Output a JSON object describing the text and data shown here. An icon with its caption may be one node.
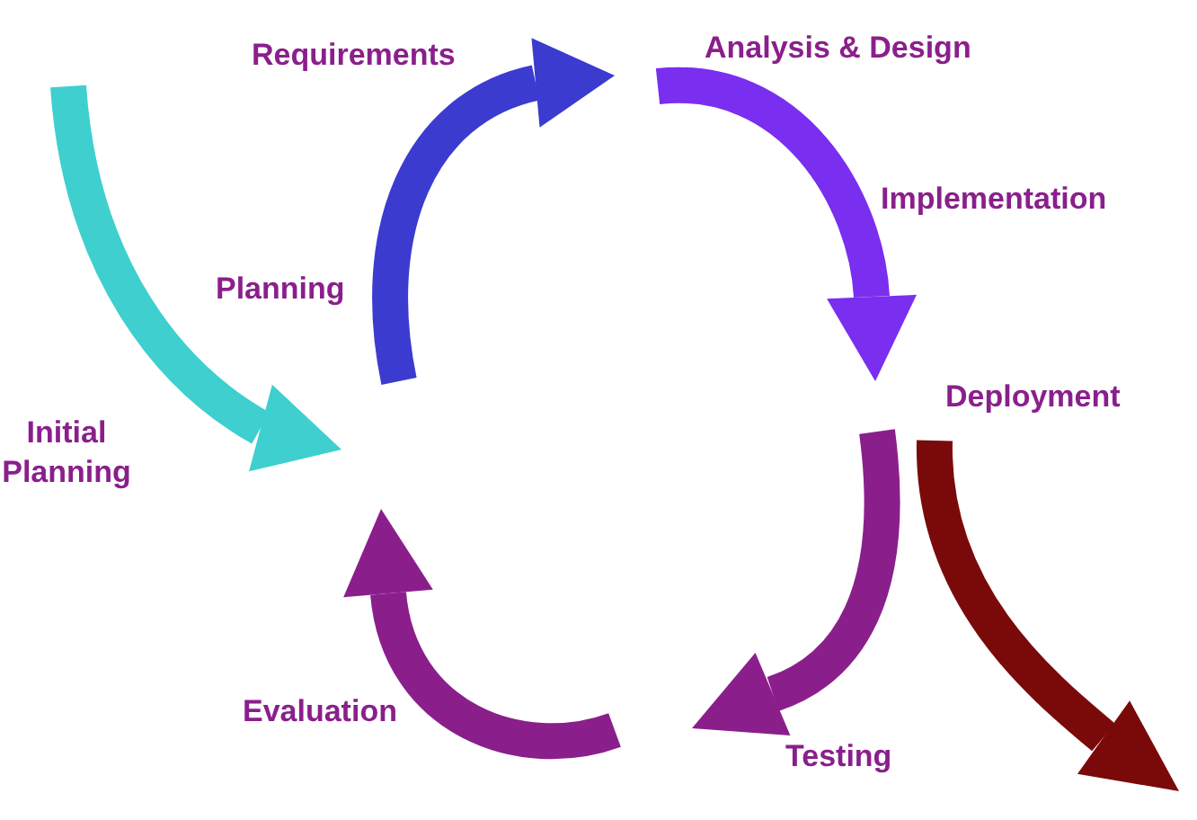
{
  "diagram": {
    "labels": [
      "Requirements",
      "Analysis & Design",
      "Implementation",
      "Planning",
      "Deployment",
      "Initial Planning",
      "Evaluation",
      "Testing"
    ]
  }
}
